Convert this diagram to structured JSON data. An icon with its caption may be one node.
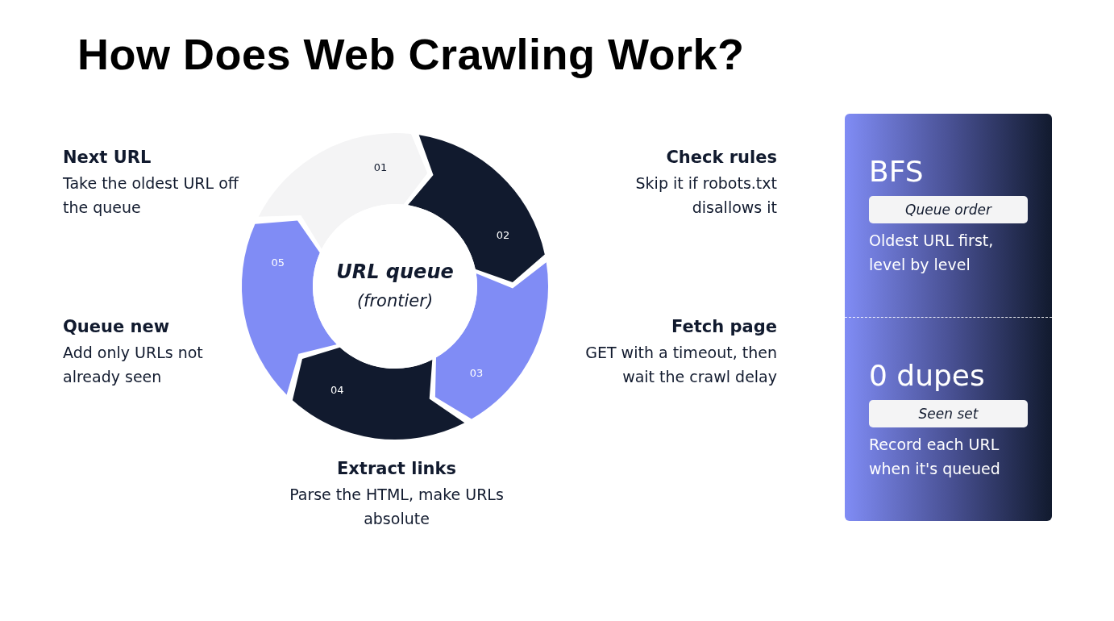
{
  "diagram": {
    "title": "How Does Web Crawling Work?",
    "nodes": [
      {
        "text": [
          "URL queue",
          "(frontier)"
        ]
      },
      {
        "text": [
          "01"
        ],
        "beside": [
          "Next URL",
          "Take the oldest URL off the queue"
        ]
      },
      {
        "text": [
          "02"
        ],
        "beside": [
          "Check rules",
          "Skip it if robots.txt disallows it"
        ]
      },
      {
        "text": [
          "03"
        ],
        "beside": [
          "Fetch page",
          "GET with a timeout, then wait the crawl delay"
        ]
      },
      {
        "text": [
          "04"
        ],
        "beside": [
          "Extract links",
          "Parse the HTML, make URLs absolute"
        ]
      },
      {
        "text": [
          "05"
        ],
        "beside": [
          "Queue new",
          "Add only URLs not already seen"
        ]
      },
      {
        "text": [
          "BFS",
          "Oldest URL first, level by level"
        ]
      },
      {
        "text": [
          "Queue order"
        ],
        "in": 6
      },
      {
        "text": [
          "0 dupes",
          "Record each URL when it's queued"
        ]
      },
      {
        "text": [
          "Seen set"
        ],
        "in": 8
      }
    ]
  }
}
